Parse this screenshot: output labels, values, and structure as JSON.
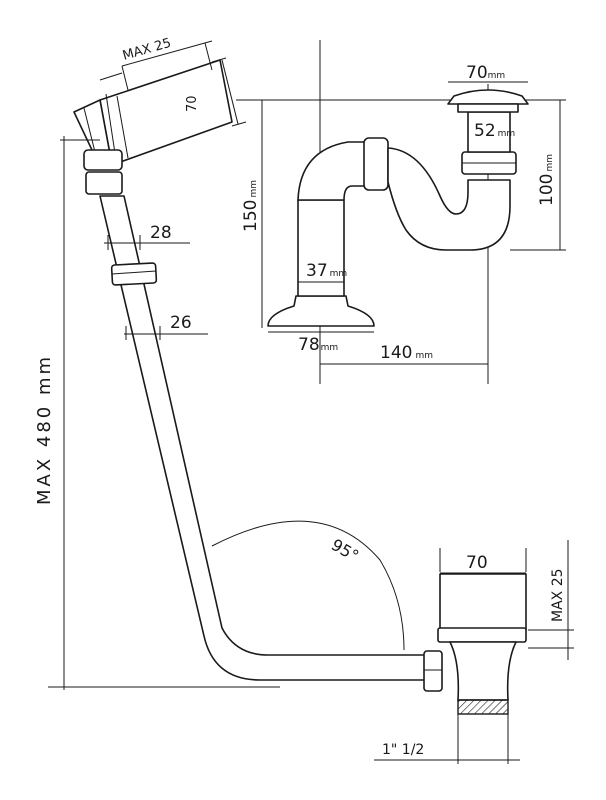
{
  "overflow_drain": {
    "max_offset_label": "MAX 25",
    "plate_label": "70"
  },
  "pipe": {
    "dia_upper_label": "28",
    "dia_lower_label": "26",
    "max_height_label": "MAX 480 mm",
    "angle_label": "95°"
  },
  "bottom_drain": {
    "plate_label": "70",
    "max_offset_label": "MAX 25",
    "thread_label": "1\" 1/2"
  },
  "siphon": {
    "top_width_value": "70",
    "neck_value": "52",
    "height_left_value": "150",
    "height_right_value": "100",
    "pipe_value": "37",
    "base_value": "78",
    "spacing_value": "140",
    "unit": "mm"
  }
}
